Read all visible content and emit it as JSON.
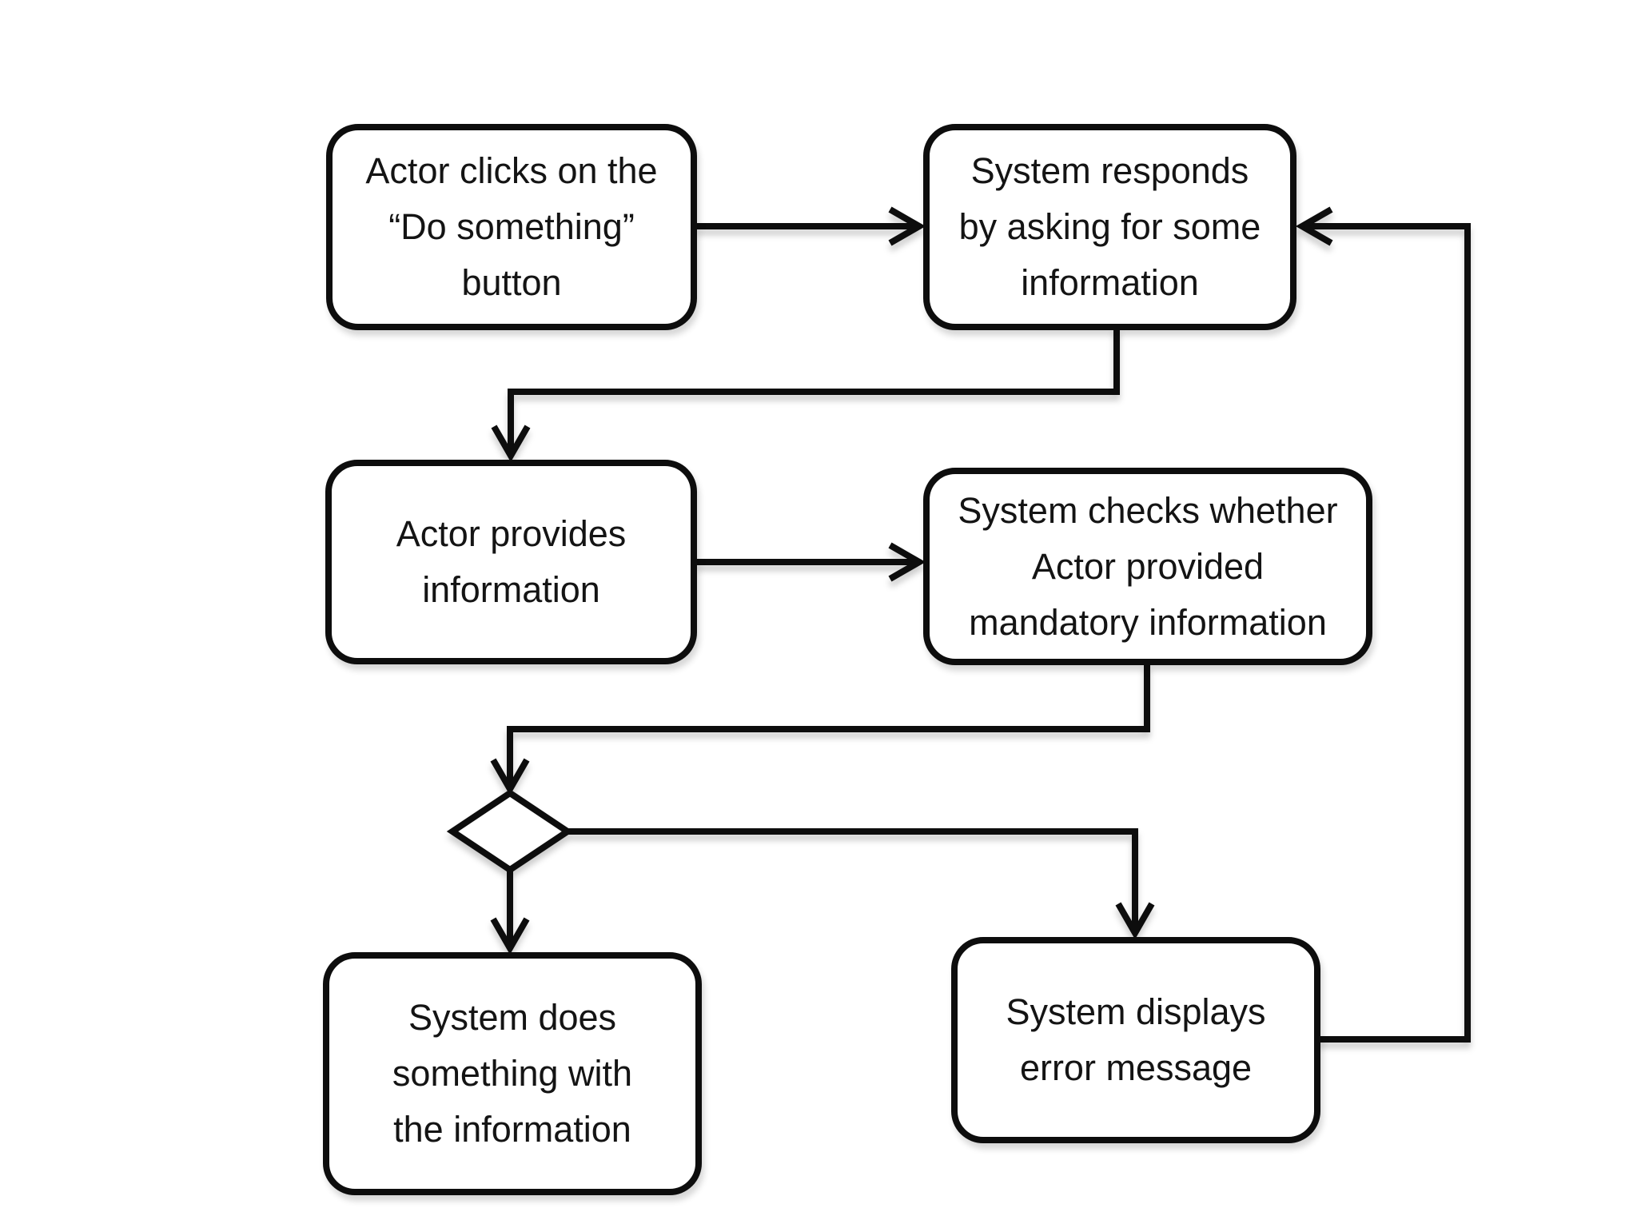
{
  "diagram": {
    "type": "flowchart",
    "background_color": "#ffffff",
    "stroke_color": "#0d0d0d",
    "text_color": "#141414",
    "nodes": [
      {
        "id": "actor-clicks",
        "shape": "rounded-rect",
        "label": "Actor clicks on the\n“Do something”\nbutton"
      },
      {
        "id": "system-responds",
        "shape": "rounded-rect",
        "label": "System responds\nby asking for some\ninformation"
      },
      {
        "id": "actor-provides",
        "shape": "rounded-rect",
        "label": "Actor provides\ninformation"
      },
      {
        "id": "system-checks",
        "shape": "rounded-rect",
        "label": "System checks whether\nActor provided\nmandatory information"
      },
      {
        "id": "decision",
        "shape": "diamond",
        "label": ""
      },
      {
        "id": "system-does",
        "shape": "rounded-rect",
        "label": "System does\nsomething with\nthe information"
      },
      {
        "id": "error-message",
        "shape": "rounded-rect",
        "label": "System displays\nerror message"
      }
    ],
    "edges": [
      {
        "from": "actor-clicks",
        "to": "system-responds"
      },
      {
        "from": "system-responds",
        "to": "actor-provides"
      },
      {
        "from": "actor-provides",
        "to": "system-checks"
      },
      {
        "from": "system-checks",
        "to": "decision"
      },
      {
        "from": "decision",
        "to": "system-does"
      },
      {
        "from": "decision",
        "to": "error-message"
      },
      {
        "from": "error-message",
        "to": "system-responds"
      }
    ]
  }
}
